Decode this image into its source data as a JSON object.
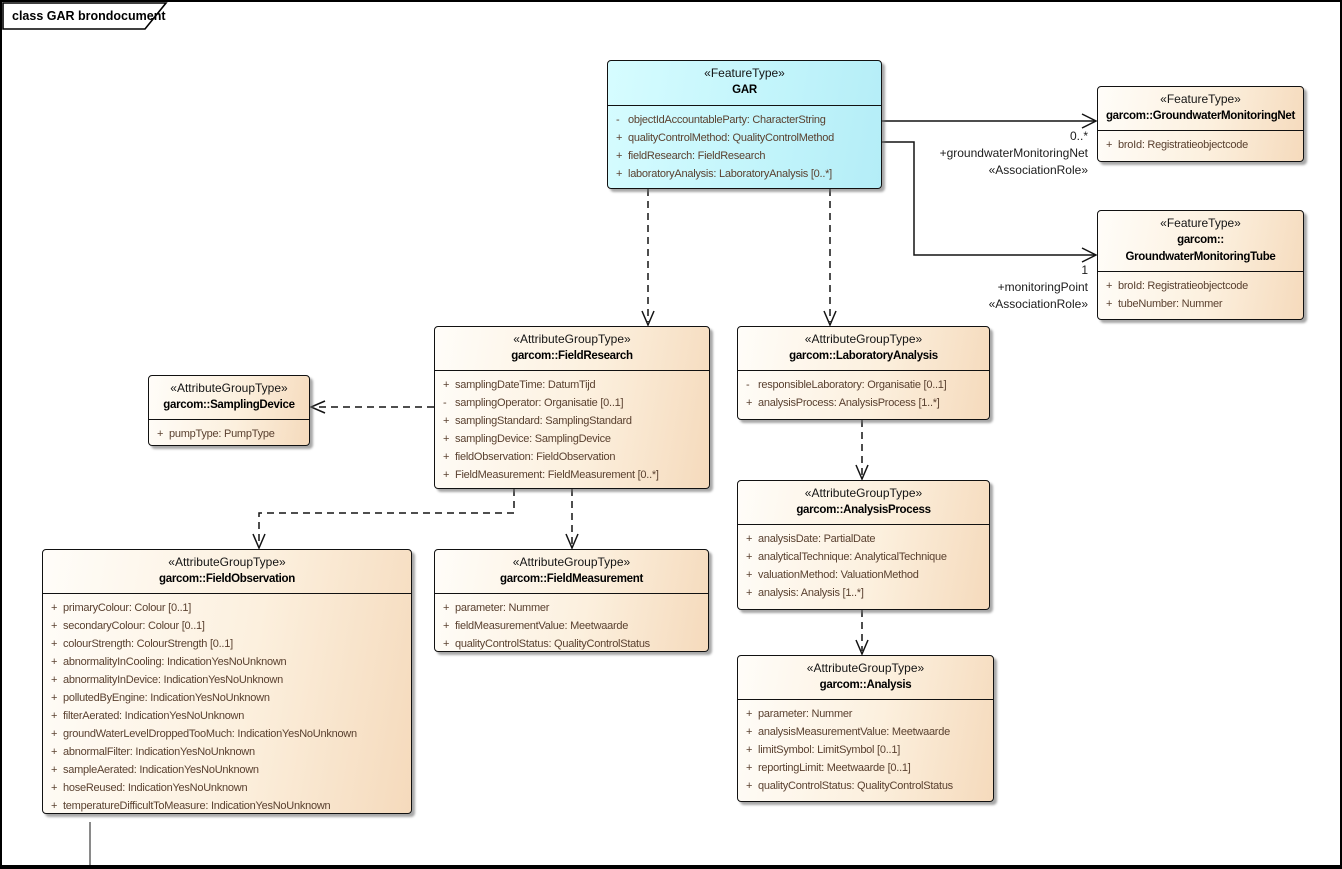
{
  "diagram": {
    "title": "class GAR brondocument"
  },
  "colors": {
    "feature_box_fill": "#c3f5fb",
    "group_box_fill_left": "#fffdf9",
    "group_box_fill_right": "#f5dabc",
    "attribute_text": "#5a4130",
    "border": "#111111",
    "shadow": "#6e6e6e"
  },
  "boxes": {
    "gar": {
      "stereotype": "«FeatureType»",
      "name": "GAR",
      "attributes": [
        {
          "vis": "-",
          "text": "objectIdAccountableParty: CharacterString"
        },
        {
          "vis": "+",
          "text": "qualityControlMethod: QualityControlMethod"
        },
        {
          "vis": "+",
          "text": "fieldResearch: FieldResearch"
        },
        {
          "vis": "+",
          "text": "laboratoryAnalysis: LaboratoryAnalysis [0..*]"
        }
      ]
    },
    "net": {
      "stereotype": "«FeatureType»",
      "name": "garcom::GroundwaterMonitoringNet",
      "attributes": [
        {
          "vis": "+",
          "text": "broId: Registratieobjectcode"
        }
      ]
    },
    "tube": {
      "stereotype": "«FeatureType»",
      "name_line1": "garcom::",
      "name_line2": "GroundwaterMonitoringTube",
      "attributes": [
        {
          "vis": "+",
          "text": "broId: Registratieobjectcode"
        },
        {
          "vis": "+",
          "text": "tubeNumber: Nummer"
        }
      ]
    },
    "fieldResearch": {
      "stereotype": "«AttributeGroupType»",
      "name": "garcom::FieldResearch",
      "attributes": [
        {
          "vis": "+",
          "text": "samplingDateTime: DatumTijd"
        },
        {
          "vis": "-",
          "text": "samplingOperator: Organisatie [0..1]"
        },
        {
          "vis": "+",
          "text": "samplingStandard: SamplingStandard"
        },
        {
          "vis": "+",
          "text": "samplingDevice: SamplingDevice"
        },
        {
          "vis": "+",
          "text": "fieldObservation: FieldObservation"
        },
        {
          "vis": "+",
          "text": "FieldMeasurement: FieldMeasurement [0..*]"
        }
      ]
    },
    "laboratoryAnalysis": {
      "stereotype": "«AttributeGroupType»",
      "name": "garcom::LaboratoryAnalysis",
      "attributes": [
        {
          "vis": "-",
          "text": "responsibleLaboratory: Organisatie [0..1]"
        },
        {
          "vis": "+",
          "text": "analysisProcess: AnalysisProcess [1..*]"
        }
      ]
    },
    "samplingDevice": {
      "stereotype": "«AttributeGroupType»",
      "name": "garcom::SamplingDevice",
      "attributes": [
        {
          "vis": "+",
          "text": "pumpType: PumpType"
        }
      ]
    },
    "fieldObservation": {
      "stereotype": "«AttributeGroupType»",
      "name": "garcom::FieldObservation",
      "attributes": [
        {
          "vis": "+",
          "text": "primaryColour: Colour [0..1]"
        },
        {
          "vis": "+",
          "text": "secondaryColour: Colour [0..1]"
        },
        {
          "vis": "+",
          "text": "colourStrength: ColourStrength [0..1]"
        },
        {
          "vis": "+",
          "text": "abnormalityInCooling: IndicationYesNoUnknown"
        },
        {
          "vis": "+",
          "text": "abnormalityInDevice: IndicationYesNoUnknown"
        },
        {
          "vis": "+",
          "text": "pollutedByEngine: IndicationYesNoUnknown"
        },
        {
          "vis": "+",
          "text": "filterAerated: IndicationYesNoUnknown"
        },
        {
          "vis": "+",
          "text": "groundWaterLevelDroppedTooMuch: IndicationYesNoUnknown"
        },
        {
          "vis": "+",
          "text": "abnormalFilter: IndicationYesNoUnknown"
        },
        {
          "vis": "+",
          "text": "sampleAerated: IndicationYesNoUnknown"
        },
        {
          "vis": "+",
          "text": "hoseReused: IndicationYesNoUnknown"
        },
        {
          "vis": "+",
          "text": "temperatureDifficultToMeasure: IndicationYesNoUnknown"
        }
      ]
    },
    "fieldMeasurement": {
      "stereotype": "«AttributeGroupType»",
      "name": "garcom::FieldMeasurement",
      "attributes": [
        {
          "vis": "+",
          "text": "parameter: Nummer"
        },
        {
          "vis": "+",
          "text": "fieldMeasurementValue: Meetwaarde"
        },
        {
          "vis": "+",
          "text": "qualityControlStatus: QualityControlStatus"
        }
      ]
    },
    "analysisProcess": {
      "stereotype": "«AttributeGroupType»",
      "name": "garcom::AnalysisProcess",
      "attributes": [
        {
          "vis": "+",
          "text": "analysisDate: PartialDate"
        },
        {
          "vis": "+",
          "text": "analyticalTechnique: AnalyticalTechnique"
        },
        {
          "vis": "+",
          "text": "valuationMethod: ValuationMethod"
        },
        {
          "vis": "+",
          "text": "analysis: Analysis [1..*]"
        }
      ]
    },
    "analysis": {
      "stereotype": "«AttributeGroupType»",
      "name": "garcom::Analysis",
      "attributes": [
        {
          "vis": "+",
          "text": "parameter: Nummer"
        },
        {
          "vis": "+",
          "text": "analysisMeasurementValue: Meetwaarde"
        },
        {
          "vis": "+",
          "text": "limitSymbol: LimitSymbol [0..1]"
        },
        {
          "vis": "+",
          "text": "reportingLimit: Meetwaarde [0..1]"
        },
        {
          "vis": "+",
          "text": "qualityControlStatus: QualityControlStatus"
        }
      ]
    }
  },
  "connectors": {
    "net": {
      "multiplicity": "0..*",
      "role": "+groundwaterMonitoringNet",
      "stereotype": "«AssociationRole»"
    },
    "tube": {
      "multiplicity": "1",
      "role": "+monitoringPoint",
      "stereotype": "«AssociationRole»"
    }
  }
}
